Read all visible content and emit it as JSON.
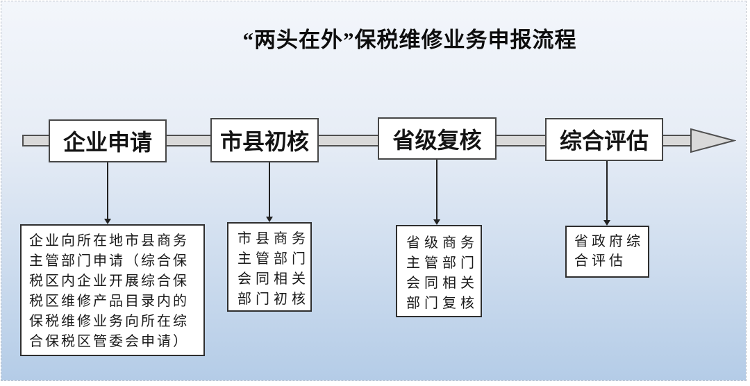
{
  "title": "“两头在外”保税维修业务申报流程",
  "flow": {
    "stages": [
      {
        "label": "企业申请",
        "detail_lines": [
          "企业向所在地市县商务",
          "主管部门申请（综合保",
          "税区内企业开展综合保",
          "税区维修产品目录内的",
          "保税维修业务向所在综",
          "合保税区管委会申请）"
        ]
      },
      {
        "label": "市县初核",
        "detail_lines": [
          "市县商务",
          "主管部门",
          "会同相关",
          "部门初核"
        ]
      },
      {
        "label": "省级复核",
        "detail_lines": [
          "省级商务",
          "主管部门",
          "会同相关",
          "部门复核"
        ]
      },
      {
        "label": "综合评估",
        "detail_lines": [
          "省政府综",
          "合评估"
        ]
      }
    ]
  },
  "colors": {
    "background_top": "#f3f6fb",
    "background_bottom": "#b4cce7",
    "arrow_fill": "#d9d9d9",
    "arrow_stroke": "#4f4f4f",
    "box_fill": "#ffffff",
    "box_border": "#404040",
    "connector": "#222222",
    "text": "#111111"
  }
}
